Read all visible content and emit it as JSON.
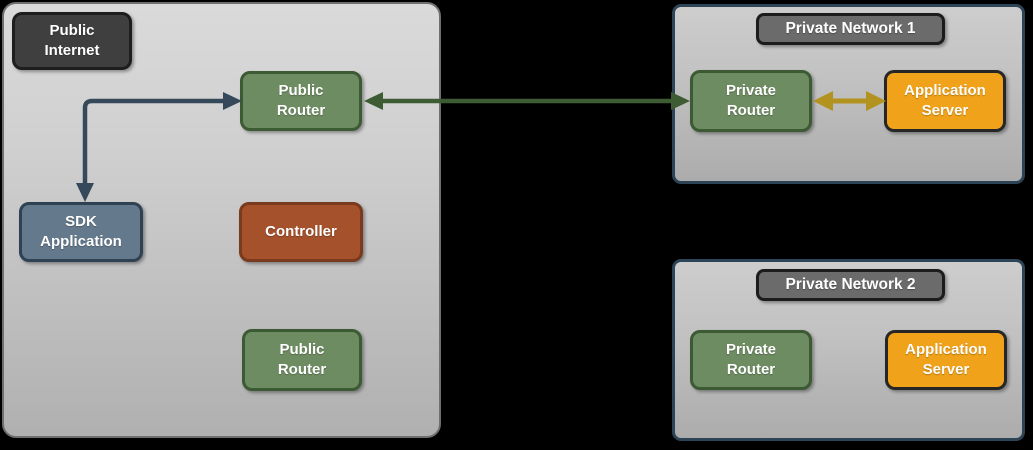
{
  "diagram": {
    "public_internet_zone": {
      "label": "Public\nInternet",
      "nodes": {
        "public_router_top": "Public\nRouter",
        "sdk_application": "SDK\nApplication",
        "controller": "Controller",
        "public_router_bottom": "Public\nRouter"
      }
    },
    "private_network_1": {
      "title": "Private Network 1",
      "nodes": {
        "private_router": "Private\nRouter",
        "application_server": "Application\nServer"
      }
    },
    "private_network_2": {
      "title": "Private Network 2",
      "nodes": {
        "private_router": "Private\nRouter",
        "application_server": "Application\nServer"
      }
    },
    "edges": [
      {
        "from": "sdk_application",
        "to": "public_router_top",
        "shape": "elbow",
        "bidirectional": true,
        "color": "#35495a"
      },
      {
        "from": "public_router_top",
        "to": "private_network_1.private_router",
        "shape": "straight",
        "bidirectional": true,
        "color": "#3e5c34"
      },
      {
        "from": "private_network_1.private_router",
        "to": "private_network_1.application_server",
        "shape": "straight",
        "bidirectional": true,
        "color": "#b3931f"
      }
    ],
    "colors": {
      "background": "#000000",
      "public_zone_fill": "#c7c7c7",
      "public_zone_border": "#6f6f6f",
      "network_fill": "#bfbfbf",
      "network_border": "#2d4456",
      "router_fill": "#6e8c62",
      "router_border": "#3c5a33",
      "sdk_fill": "#64798c",
      "sdk_border": "#2e4254",
      "controller_fill": "#a4512c",
      "controller_border": "#7a3a1e",
      "server_fill": "#f0a21a",
      "server_border": "#262626",
      "dark_label_fill": "#3f3f3f",
      "network_title_fill": "#6b6b6b",
      "text": "#ffffff"
    }
  }
}
